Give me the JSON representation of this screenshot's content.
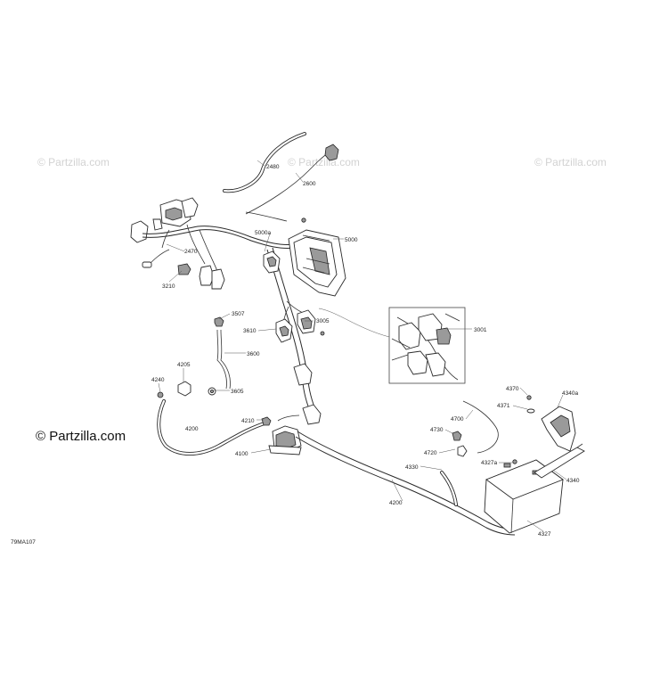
{
  "watermarks": {
    "top_left": "© Partzilla.com",
    "top_center": "© Partzilla.com",
    "top_right": "© Partzilla.com",
    "left_brand": "© Partzilla.com"
  },
  "diagram_ref": "79MA107",
  "callouts": {
    "c2480": "2480",
    "c2600": "2600",
    "c2470": "2470",
    "c3210": "3210",
    "c5000a": "5000a",
    "c5000": "5000",
    "c3507": "3507",
    "c3610": "3610",
    "c3600": "3600",
    "c3005": "3005",
    "c3001": "3001",
    "c4240": "4240",
    "c4205": "4205",
    "c3605": "3605",
    "c4210": "4210",
    "c4200a": "4200",
    "c4100": "4100",
    "c4370": "4370",
    "c4340a": "4340a",
    "c4371": "4371",
    "c4700": "4700",
    "c4730": "4730",
    "c4720": "4720",
    "c4327a": "4327a",
    "c4330": "4330",
    "c4340": "4340",
    "c4200b": "4200",
    "c4327": "4327"
  }
}
